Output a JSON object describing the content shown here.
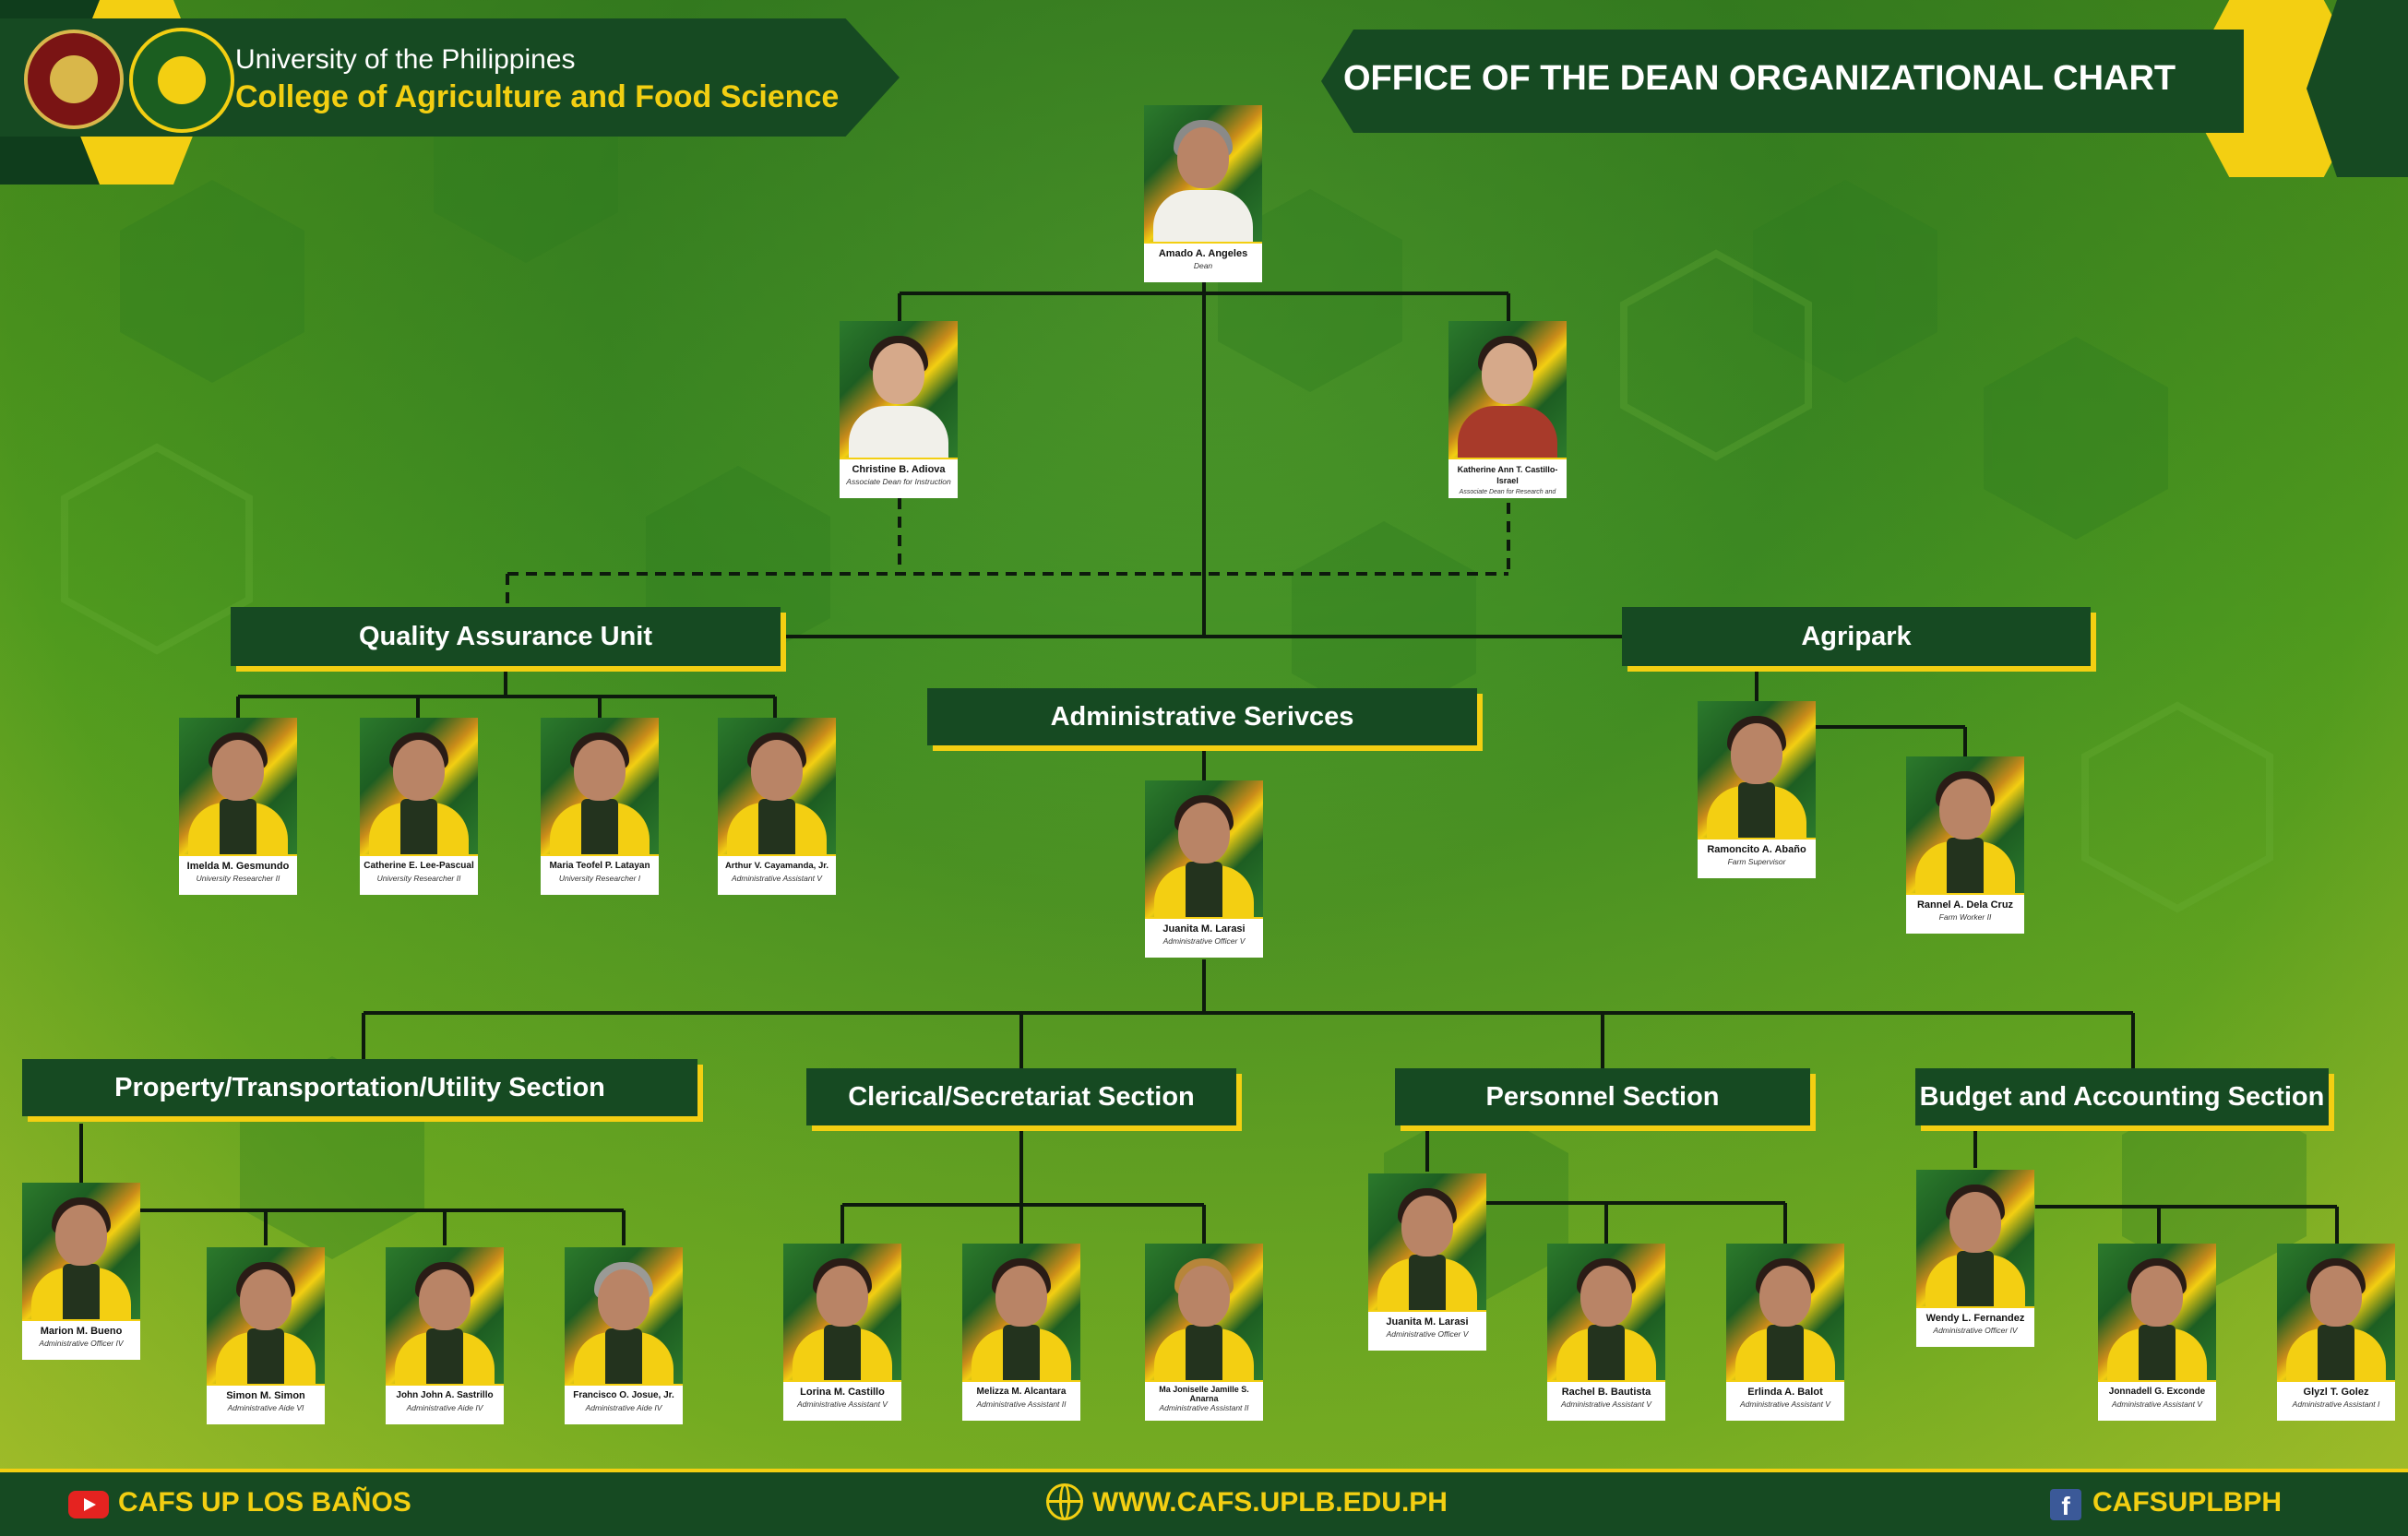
{
  "header": {
    "university": "University of the Philippines",
    "college": "College of Agriculture and Food Science",
    "chart_title": "OFFICE OF THE DEAN ORGANIZATIONAL CHART"
  },
  "dean": {
    "name": "Amado A. Angeles",
    "role": "Dean"
  },
  "associate_deans": [
    {
      "name": "Christine B. Adiova",
      "role": "Associate Dean for Instruction"
    },
    {
      "name": "Katherine Ann T. Castillo-Israel",
      "role": "Associate Dean for Research and Extension"
    }
  ],
  "units": {
    "qa": "Quality Assurance Unit",
    "agripark": "Agripark",
    "admin": "Administrative Serivces"
  },
  "qa_staff": [
    {
      "name": "Imelda M. Gesmundo",
      "role": "University Researcher II"
    },
    {
      "name": "Catherine E. Lee-Pascual",
      "role": "University Researcher II"
    },
    {
      "name": "Maria Teofel P. Latayan",
      "role": "University Researcher I"
    },
    {
      "name": "Arthur V. Cayamanda, Jr.",
      "role": "Administrative Assistant V"
    }
  ],
  "agripark_staff": [
    {
      "name": "Ramoncito A. Abaño",
      "role": "Farm Supervisor"
    },
    {
      "name": "Rannel A. Dela Cruz",
      "role": "Farm Worker II"
    }
  ],
  "admin_head": {
    "name": "Juanita M. Larasi",
    "role": "Administrative Officer V"
  },
  "sections": {
    "property": "Property/Transportation/Utility Section",
    "clerical": "Clerical/Secretariat Section",
    "personnel": "Personnel Section",
    "budget": "Budget and Accounting Section"
  },
  "property_staff": [
    {
      "name": "Marion M. Bueno",
      "role": "Administrative Officer IV"
    },
    {
      "name": "Simon M. Simon",
      "role": "Administrative Aide VI"
    },
    {
      "name": "John John A. Sastrillo",
      "role": "Administrative Aide IV"
    },
    {
      "name": "Francisco O. Josue, Jr.",
      "role": "Administrative Aide IV"
    }
  ],
  "clerical_staff": [
    {
      "name": "Lorina M. Castillo",
      "role": "Administrative Assistant V"
    },
    {
      "name": "Melizza M. Alcantara",
      "role": "Administrative Assistant II"
    },
    {
      "name": "Ma Joniselle Jamille S. Anarna",
      "role": "Administrative Assistant II"
    }
  ],
  "personnel_staff": [
    {
      "name": "Juanita M. Larasi",
      "role": "Administrative Officer V"
    },
    {
      "name": "Rachel B. Bautista",
      "role": "Administrative Assistant V"
    },
    {
      "name": "Erlinda A. Balot",
      "role": "Administrative Assistant V"
    }
  ],
  "budget_staff": [
    {
      "name": "Wendy L. Fernandez",
      "role": "Administrative Officer IV"
    },
    {
      "name": "Jonnadell G. Exconde",
      "role": "Administrative Assistant V"
    },
    {
      "name": "Glyzl T. Golez",
      "role": "Administrative Assistant I"
    }
  ],
  "footer": {
    "youtube": "CAFS UP LOS BAÑOS",
    "website": "WWW.CAFS.UPLB.EDU.PH",
    "facebook": "CAFSUPLBPH"
  },
  "colors": {
    "dark_green": "#164a22",
    "yellow": "#f3cf12",
    "bg_green": "#3d8a22"
  }
}
